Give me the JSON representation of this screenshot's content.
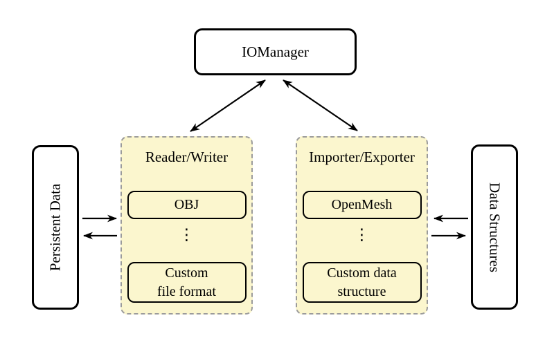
{
  "colors": {
    "background": "#ffffff",
    "group_fill": "#fbf6ce",
    "group_border": "#9b9b9b",
    "box_border": "#000000",
    "arrow": "#000000"
  },
  "nodes": {
    "io_manager": {
      "label": "IOManager"
    },
    "persistent_data": {
      "label": "Persistent Data"
    },
    "data_structures": {
      "label": "Data Structures"
    },
    "reader_writer": {
      "label": "Reader/Writer",
      "items": [
        "OBJ",
        "⋮",
        "Custom\nfile format"
      ]
    },
    "importer_exporter": {
      "label": "Importer/Exporter",
      "items": [
        "OpenMesh",
        "⋮",
        "Custom data\nstructure"
      ]
    }
  },
  "arrows": {
    "io_to_reader_writer": "double-headed",
    "io_to_importer_exporter": "double-headed",
    "persistent_to_reader_writer": "right",
    "reader_writer_to_persistent": "left",
    "data_structures_to_importer_exporter": "left",
    "importer_exporter_to_data_structures": "right"
  }
}
